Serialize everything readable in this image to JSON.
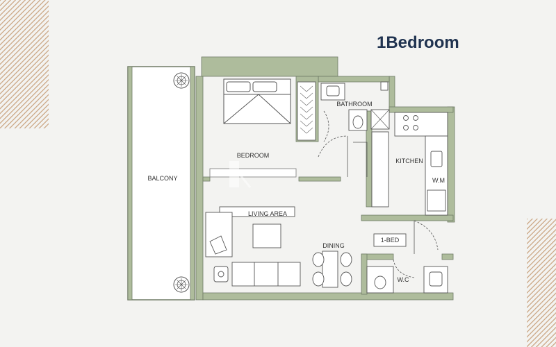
{
  "title": "1Bedroom",
  "rooms": {
    "balcony": "BALCONY",
    "bedroom": "BEDROOM",
    "bathroom": "BATHROOM",
    "kitchen": "KITCHEN",
    "wm": "W.M",
    "living_area": "LIVING AREA",
    "dining": "DINING",
    "unit_tag": "1-BED",
    "wc": "W.C"
  },
  "colors": {
    "wall_fill": "#aebc9c",
    "wall_stroke": "#6f7a66",
    "accent_stripes": "#c9a27e",
    "title": "#203350"
  }
}
